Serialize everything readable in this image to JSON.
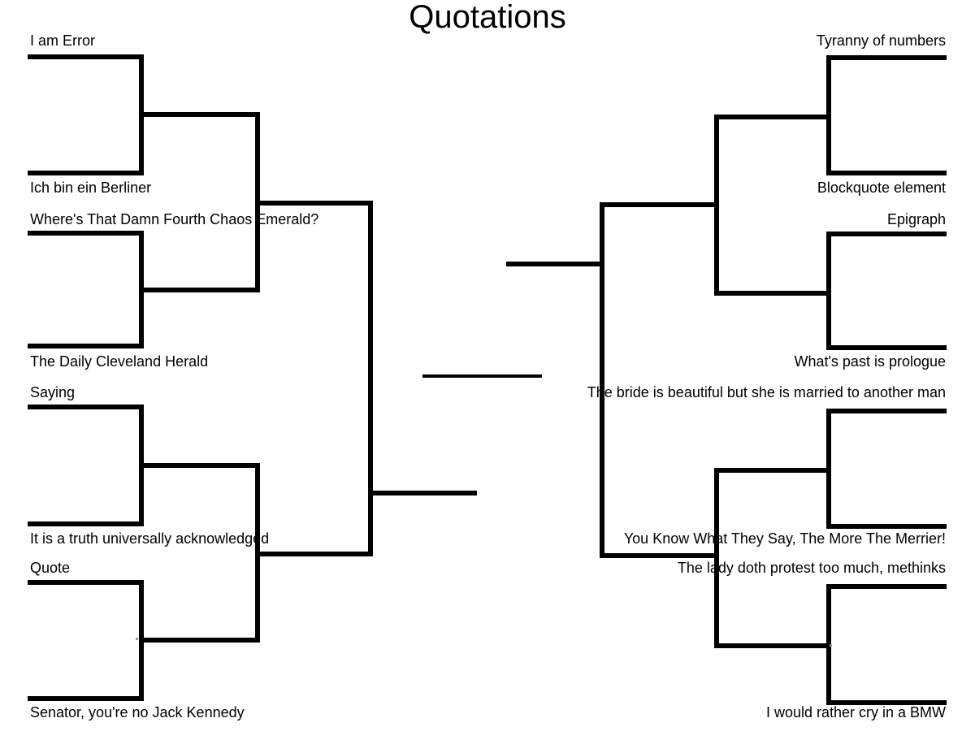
{
  "title": "Quotations",
  "bracket_type": "16-entrant double-sided tournament bracket",
  "entrants": {
    "left": [
      "I am Error",
      "Ich bin ein Berliner",
      "Where's That Damn Fourth Chaos Emerald?",
      "The Daily Cleveland Herald",
      "Saying",
      "It is a truth universally acknowledged",
      "Quote",
      "Senator, you're no Jack Kennedy"
    ],
    "right": [
      "Tyranny of numbers",
      "Blockquote element",
      "Epigraph",
      "What's past is prologue",
      "The bride is beautiful but she is married to another man",
      "You Know What They Say, The More The Merrier!",
      "The lady doth protest too much, methinks",
      "I would rather cry in a BMW"
    ]
  },
  "colors": {
    "background": "#ffffff",
    "line": "#000000",
    "text": "#000000",
    "speck": "#999999"
  }
}
